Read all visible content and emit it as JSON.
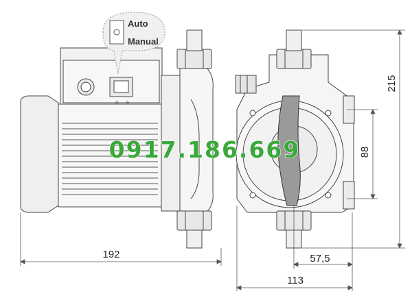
{
  "switch_labels": {
    "auto": "Auto",
    "manual": "Manual"
  },
  "watermark": {
    "phone": "0917.186.669",
    "color": "#3aa83a"
  },
  "dimensions": {
    "side_length": "192",
    "front_height": "215",
    "front_inner_height": "88",
    "front_half_width": "57,5",
    "front_width": "113"
  },
  "colors": {
    "line": "#444444",
    "fill_light": "#f2f2f2",
    "fill_mid": "#d9d9d9",
    "fill_dark": "#8a8a8a"
  }
}
